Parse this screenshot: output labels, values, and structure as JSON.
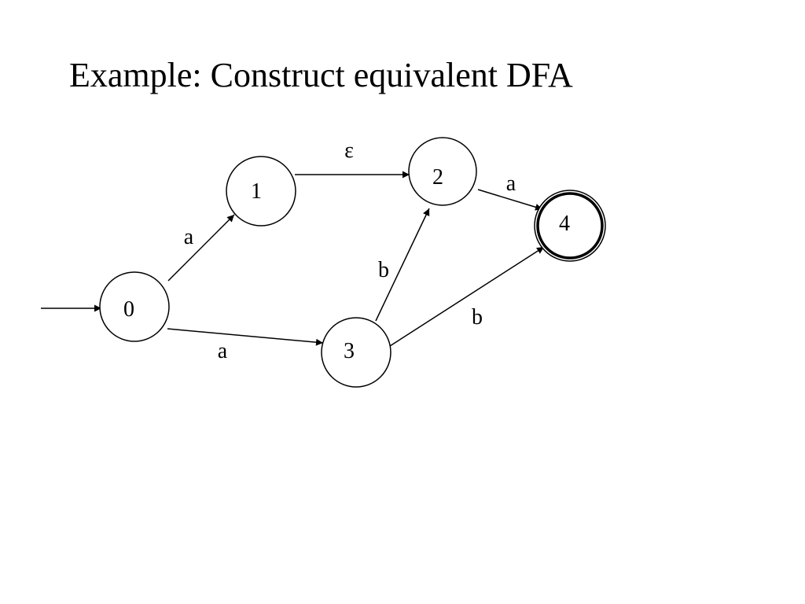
{
  "slide": {
    "title": "Example:  Construct equivalent DFA"
  },
  "automaton": {
    "start_state": "0",
    "accepting_states": [
      "4"
    ],
    "states": [
      {
        "id": "0",
        "label": "0"
      },
      {
        "id": "1",
        "label": "1"
      },
      {
        "id": "2",
        "label": "2"
      },
      {
        "id": "3",
        "label": "3"
      },
      {
        "id": "4",
        "label": "4"
      }
    ],
    "transitions": [
      {
        "from": "0",
        "to": "1",
        "label": "a"
      },
      {
        "from": "0",
        "to": "3",
        "label": "a"
      },
      {
        "from": "1",
        "to": "2",
        "label": "ε"
      },
      {
        "from": "3",
        "to": "2",
        "label": "b"
      },
      {
        "from": "2",
        "to": "4",
        "label": "a"
      },
      {
        "from": "3",
        "to": "4",
        "label": "b"
      }
    ]
  },
  "colors": {
    "stroke": "#000000",
    "background": "#ffffff"
  }
}
